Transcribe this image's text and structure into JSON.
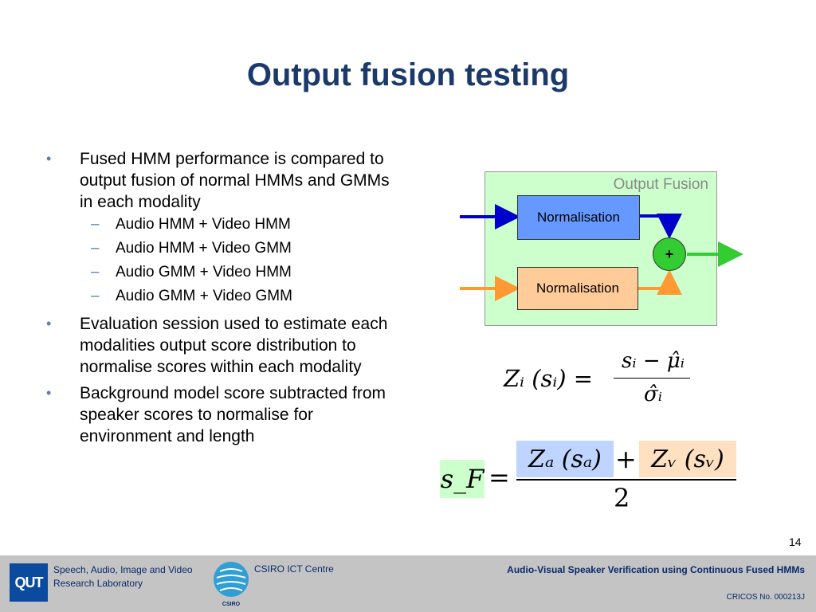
{
  "slide": {
    "title": "Output fusion testing",
    "page_number": "14"
  },
  "bullets": [
    {
      "text": "Fused HMM performance is compared to output fusion of normal HMMs and GMMs in each modality",
      "sub": [
        "Audio HMM + Video HMM",
        "Audio HMM + Video GMM",
        "Audio GMM + Video HMM",
        "Audio GMM + Video GMM"
      ]
    },
    {
      "text": "Evaluation session used to estimate each modalities output score distribution to normalise scores within each modality"
    },
    {
      "text": "Background model score subtracted from speaker scores to normalise for environment and length"
    }
  ],
  "diagram": {
    "box_label": "Output Fusion",
    "norm_top": "Normalisation",
    "norm_bottom": "Normalisation",
    "sum_symbol": "+",
    "colors": {
      "box": "#ccffcc",
      "audio": "#0000cc",
      "video": "#ff9933",
      "output": "#33cc33"
    }
  },
  "equations": {
    "eq1_lhs": "Zᵢ (sᵢ) =",
    "eq1_num": "sᵢ − μ̂ᵢ",
    "eq1_den": "σ̂ᵢ",
    "eq2_lhs": "s_F",
    "eq2_eq": "=",
    "eq2_a": "Zₐ (sₐ)",
    "eq2_plus": "+",
    "eq2_v": "Zᵥ (sᵥ)",
    "eq2_den": "2"
  },
  "footer": {
    "qut_logo": "QUT",
    "lab_name": "Speech, Audio, Image and Video Research Laboratory",
    "csiro_logo": "CSIRO",
    "csiro_name": "CSIRO ICT Centre",
    "talk_title": "Audio-Visual Speaker Verification using Continuous Fused HMMs",
    "cricos": "CRICOS No. 000213J"
  }
}
